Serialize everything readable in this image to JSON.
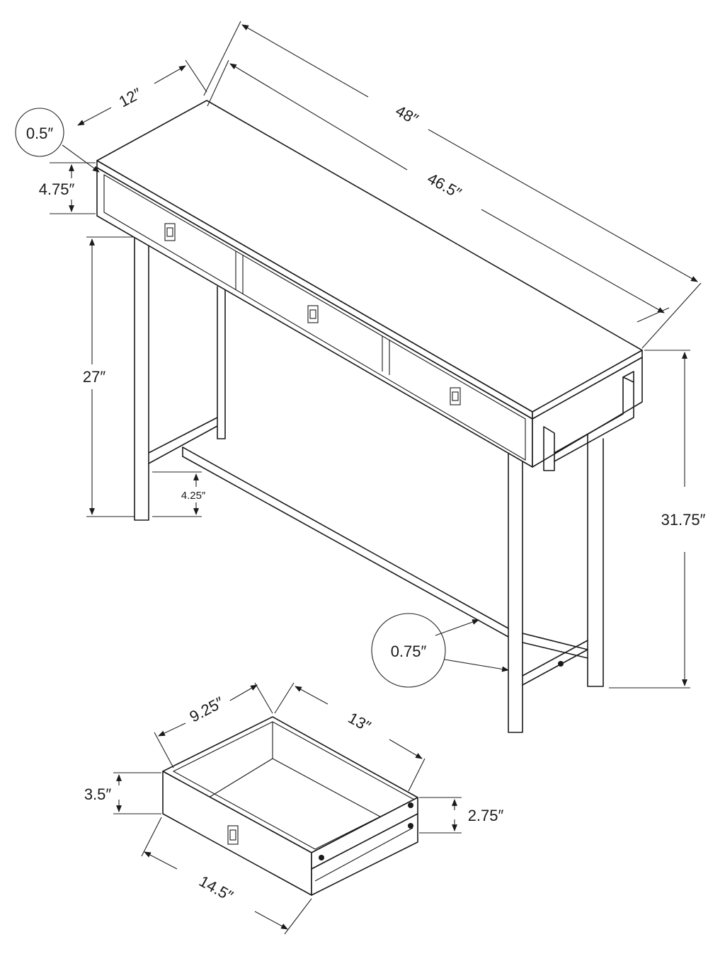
{
  "diagram": {
    "dimensions": {
      "top_depth": "12″",
      "overall_width": "48″",
      "inner_width": "46.5″",
      "top_thickness": "0.5″",
      "apron_height": "4.75″",
      "leg_height": "27″",
      "stretcher_height": "4.25″",
      "overall_height": "31.75″",
      "leg_width": "0.75″",
      "drawer_depth": "9.25″",
      "drawer_width": "13″",
      "drawer_front_height": "3.5″",
      "drawer_side_height": "2.75″",
      "drawer_front_width": "14.5″"
    }
  }
}
